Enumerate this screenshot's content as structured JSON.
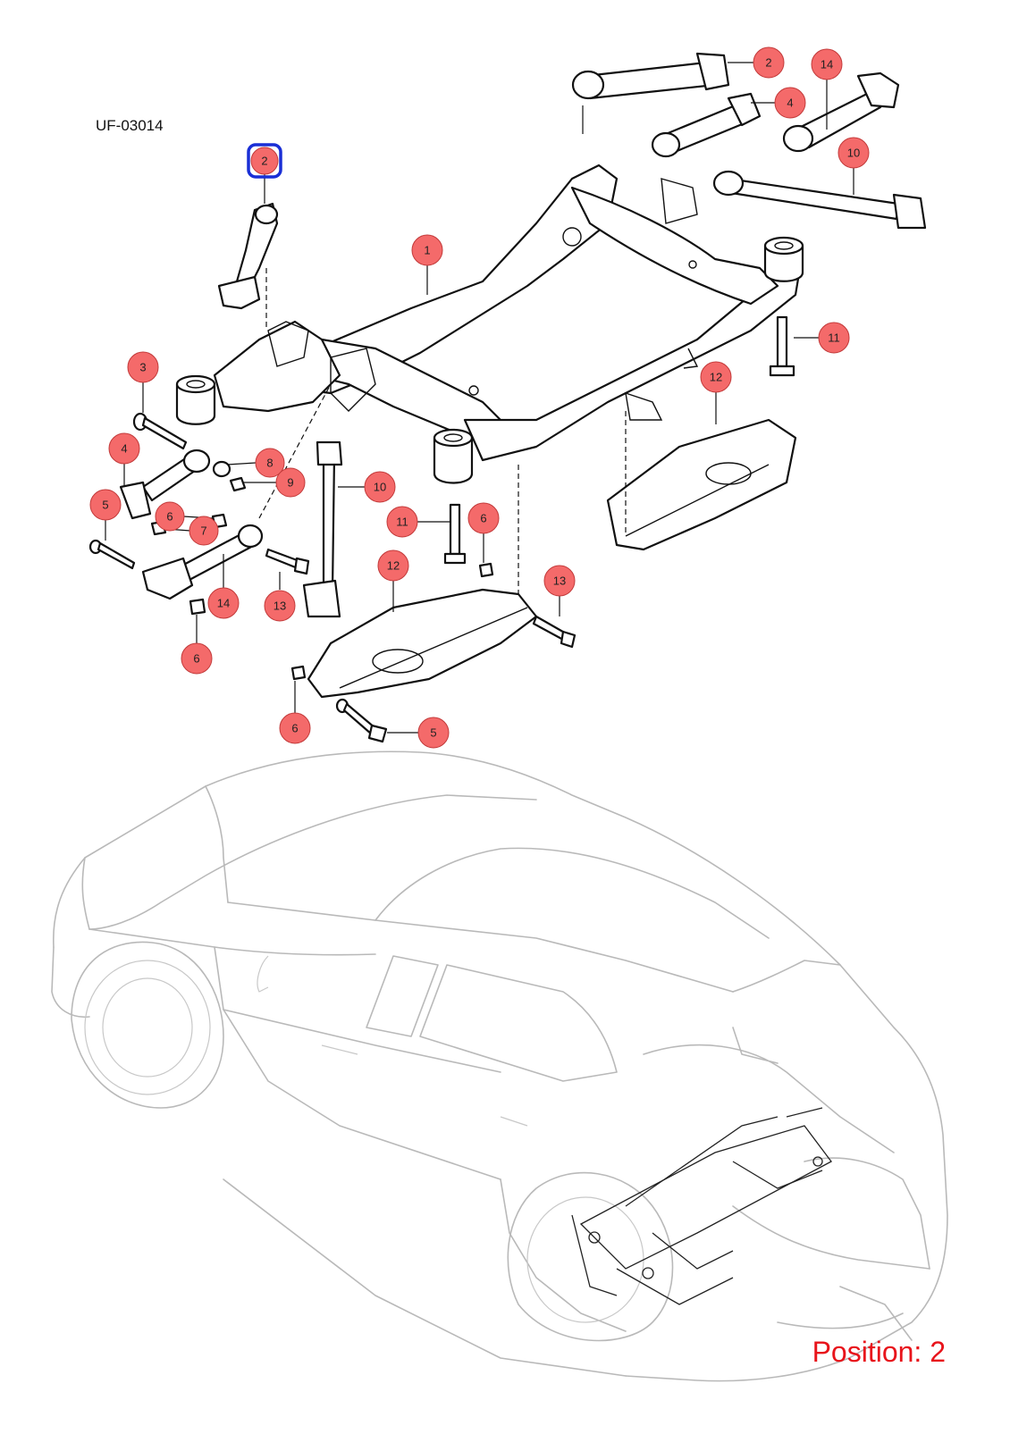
{
  "diagram": {
    "reference_code": "UF-03014",
    "position_label": "Position: 2",
    "selected_callout": "2",
    "accent_color": "#f46a6a",
    "selection_color": "#1a2fd6",
    "position_color": "#e8141b"
  },
  "callouts": [
    {
      "id": "c2a",
      "label": "2"
    },
    {
      "id": "c14a",
      "label": "14"
    },
    {
      "id": "c4a",
      "label": "4"
    },
    {
      "id": "c10a",
      "label": "10"
    },
    {
      "id": "c2sel",
      "label": "2"
    },
    {
      "id": "c1",
      "label": "1"
    },
    {
      "id": "c11a",
      "label": "11"
    },
    {
      "id": "c3",
      "label": "3"
    },
    {
      "id": "c12a",
      "label": "12"
    },
    {
      "id": "c4b",
      "label": "4"
    },
    {
      "id": "c8",
      "label": "8"
    },
    {
      "id": "c9",
      "label": "9"
    },
    {
      "id": "c10b",
      "label": "10"
    },
    {
      "id": "c5a",
      "label": "5"
    },
    {
      "id": "c6a",
      "label": "6"
    },
    {
      "id": "c7",
      "label": "7"
    },
    {
      "id": "c11b",
      "label": "11"
    },
    {
      "id": "c6b",
      "label": "6"
    },
    {
      "id": "c12b",
      "label": "12"
    },
    {
      "id": "c13a",
      "label": "13"
    },
    {
      "id": "c14b",
      "label": "14"
    },
    {
      "id": "c13b",
      "label": "13"
    },
    {
      "id": "c6c",
      "label": "6"
    },
    {
      "id": "c6d",
      "label": "6"
    },
    {
      "id": "c5b",
      "label": "5"
    }
  ]
}
